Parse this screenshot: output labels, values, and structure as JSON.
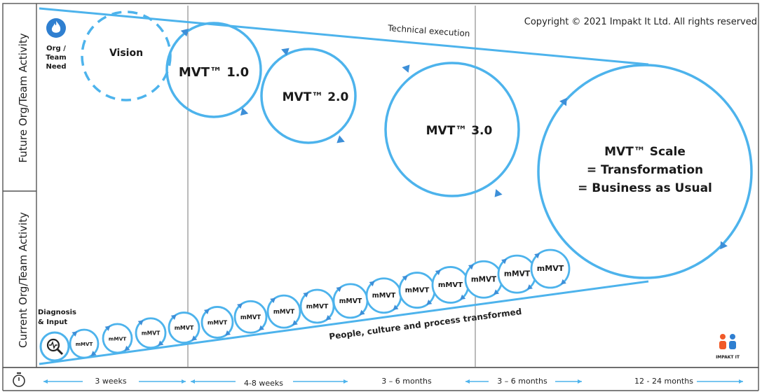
{
  "copyright": "Copyright © 2021 Impakt It Ltd. All rights reserved",
  "lanes": {
    "future": "Future Org/Team Activity",
    "current": "Current Org/Team Activity"
  },
  "org_need": [
    "Org /",
    "Team",
    "Need"
  ],
  "diagnosis": [
    "Diagnosis",
    "& Input"
  ],
  "vision": "Vision",
  "top_edge_label": "Technical execution",
  "bottom_edge_label": "People, culture and process transformed",
  "mvt": {
    "v1": "MVT™ 1.0",
    "v2": "MVT™ 2.0",
    "v3": "MVT™ 3.0",
    "scale": [
      "MVT™ Scale",
      "= Transformation",
      "= Business as Usual"
    ]
  },
  "mmvt_label": "mMVT",
  "mmvt_count": 15,
  "timeline": [
    "3 weeks",
    "4-8 weeks",
    "3 – 6 months",
    "3 – 6 months",
    "12 - 24 months"
  ],
  "logo": {
    "text": "IMPAKT IT",
    "colors": [
      "#f05a28",
      "#2f7fd0"
    ]
  },
  "colors": {
    "accent": "#4db3ec",
    "arrow": "#3d8fd8",
    "icon_bg": "#2f7fd0"
  },
  "icons": [
    "flame-icon",
    "heartbeat-magnifier-icon",
    "stopwatch-icon"
  ]
}
